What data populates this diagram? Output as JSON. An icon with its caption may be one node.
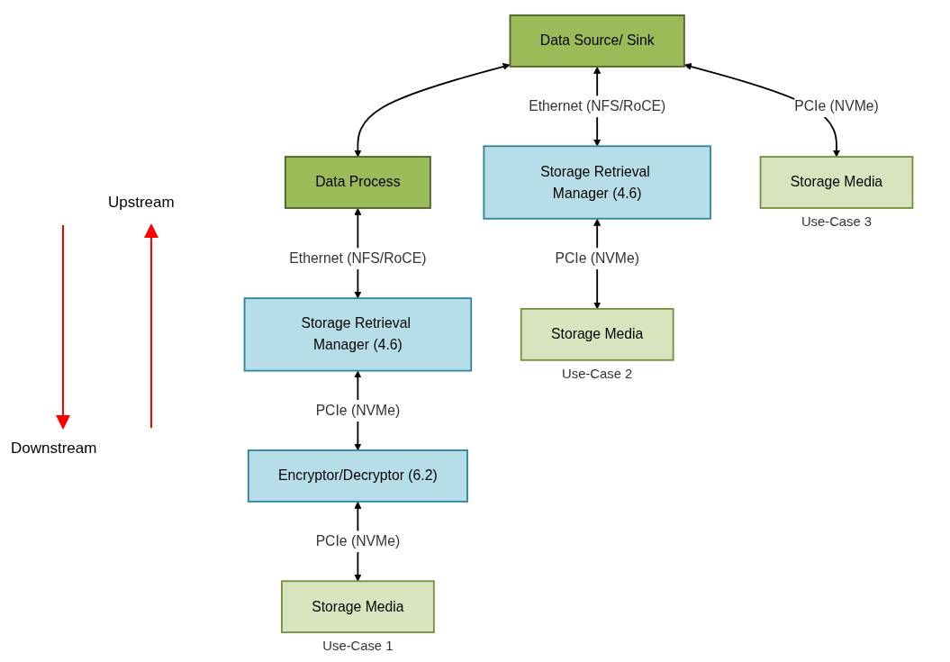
{
  "diagram": {
    "nodes": [
      {
        "text": [
          "Data Source/ Sink"
        ]
      },
      {
        "text": [
          "Data Process"
        ]
      },
      {
        "text": [
          "Storage Retrieval Manager (4.6)"
        ]
      },
      {
        "text": [
          "Encryptor/Decryptor (6.2)"
        ]
      },
      {
        "text": [
          "Storage Media"
        ],
        "beside": [
          "Use-Case 1"
        ]
      },
      {
        "text": [
          "Storage Retrieval Manager (4.6)"
        ]
      },
      {
        "text": [
          "Storage Media"
        ],
        "beside": [
          "Use-Case 2"
        ]
      },
      {
        "text": [
          "Storage Media"
        ],
        "beside": [
          "Use-Case 3"
        ]
      }
    ],
    "edges": [
      {
        "from": 0,
        "to": 1,
        "arrow": "both"
      },
      {
        "from": 1,
        "to": 2,
        "arrow": "both",
        "label": "Ethernet (NFS/RoCE)"
      },
      {
        "from": 2,
        "to": 3,
        "arrow": "both",
        "label": "PCIe (NVMe)"
      },
      {
        "from": 3,
        "to": 4,
        "arrow": "both",
        "label": "PCIe (NVMe)"
      },
      {
        "from": 0,
        "to": 5,
        "arrow": "both",
        "label": "Ethernet (NFS/RoCE)"
      },
      {
        "from": 5,
        "to": 6,
        "arrow": "both",
        "label": "PCIe (NVMe)"
      },
      {
        "from": 0,
        "to": 7,
        "arrow": "both",
        "label": "PCIe (NVMe)"
      }
    ],
    "labels": [
      "Upstream",
      "Downstream"
    ]
  }
}
